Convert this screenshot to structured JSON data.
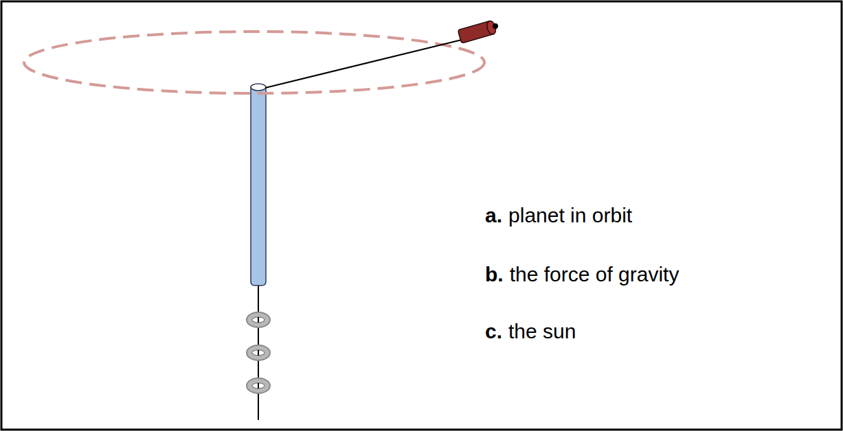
{
  "diagram": {
    "labels": [
      "a.",
      "planet in orbit",
      "b.",
      "the force of gravity",
      "c.",
      "the sun"
    ]
  }
}
